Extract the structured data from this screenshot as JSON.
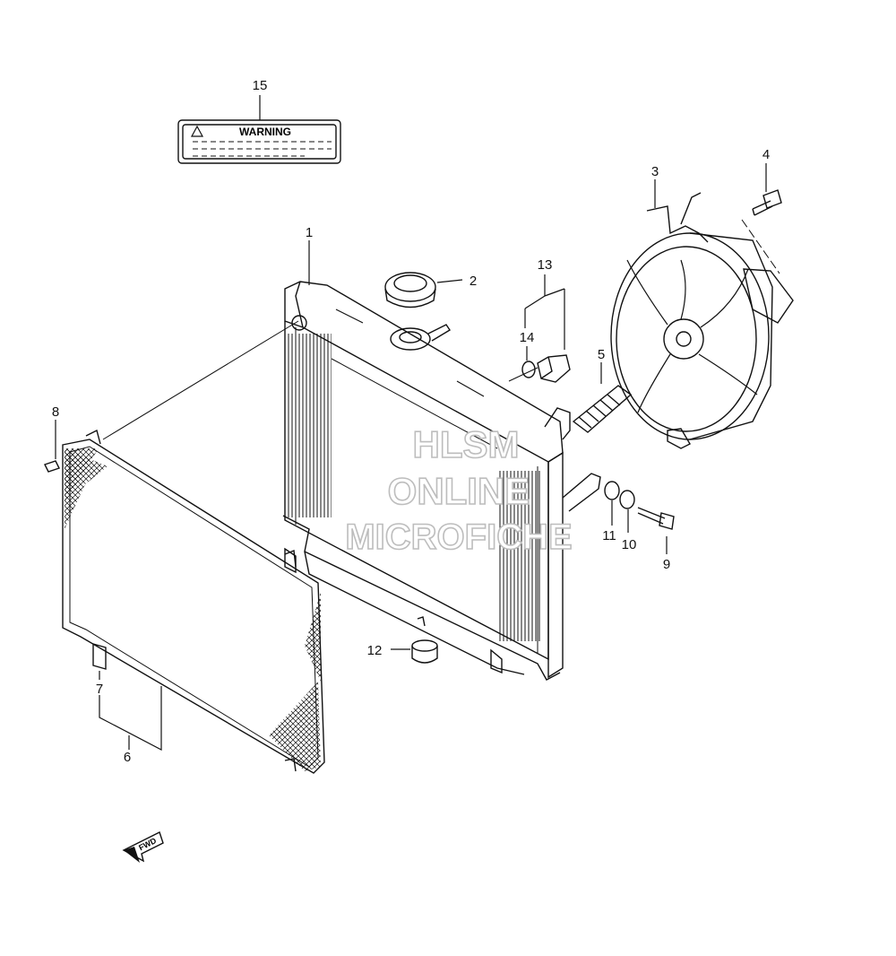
{
  "diagram": {
    "callouts": {
      "p1": "1",
      "p2": "2",
      "p3": "3",
      "p4": "4",
      "p5": "5",
      "p6": "6",
      "p7": "7",
      "p8": "8",
      "p9": "9",
      "p10": "10",
      "p11": "11",
      "p12": "12",
      "p13": "13",
      "p14": "14",
      "p15": "15"
    },
    "warning_label": {
      "text": "WARNING"
    },
    "watermark": {
      "line1": "HLSM",
      "line2": "ONLINE",
      "line3": "MICROFICHE",
      "color": "#c8c8c8"
    },
    "fwd_arrow": {
      "text": "FWD"
    },
    "colors": {
      "line": "#111111",
      "background": "#ffffff"
    }
  }
}
